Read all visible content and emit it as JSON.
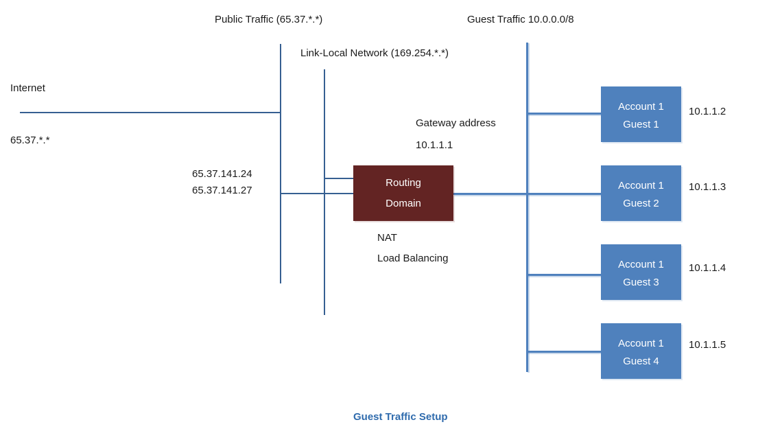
{
  "diagram": {
    "caption": "Guest Traffic Setup",
    "labels": {
      "public_traffic": "Public Traffic (65.37.*.*)",
      "guest_traffic": "Guest Traffic 10.0.0.0/8",
      "link_local": "Link-Local Network (169.254.*.*)",
      "internet": "Internet",
      "internet_ip": "65.37.*.*",
      "nat_ip_1": "65.37.141.24",
      "nat_ip_2": "65.37.141.27",
      "gateway_line1": "Gateway address",
      "gateway_line2": "10.1.1.1",
      "nat": "NAT",
      "load_balancing": "Load Balancing"
    },
    "routing_domain": {
      "line1": "Routing",
      "line2": "Domain"
    },
    "guests": [
      {
        "line1": "Account 1",
        "line2": "Guest 1",
        "ip": "10.1.1.2"
      },
      {
        "line1": "Account 1",
        "line2": "Guest 2",
        "ip": "10.1.1.3"
      },
      {
        "line1": "Account 1",
        "line2": "Guest 3",
        "ip": "10.1.1.4"
      },
      {
        "line1": "Account 1",
        "line2": "Guest 4",
        "ip": "10.1.1.5"
      }
    ],
    "colors": {
      "routing_box": "#632423",
      "guest_box": "#4F81BD",
      "dark_line": "#365F91",
      "light_line": "#4F81BD",
      "caption_text": "#2F6BAD",
      "body_text": "#1a1a1a",
      "background": "#ffffff"
    }
  }
}
